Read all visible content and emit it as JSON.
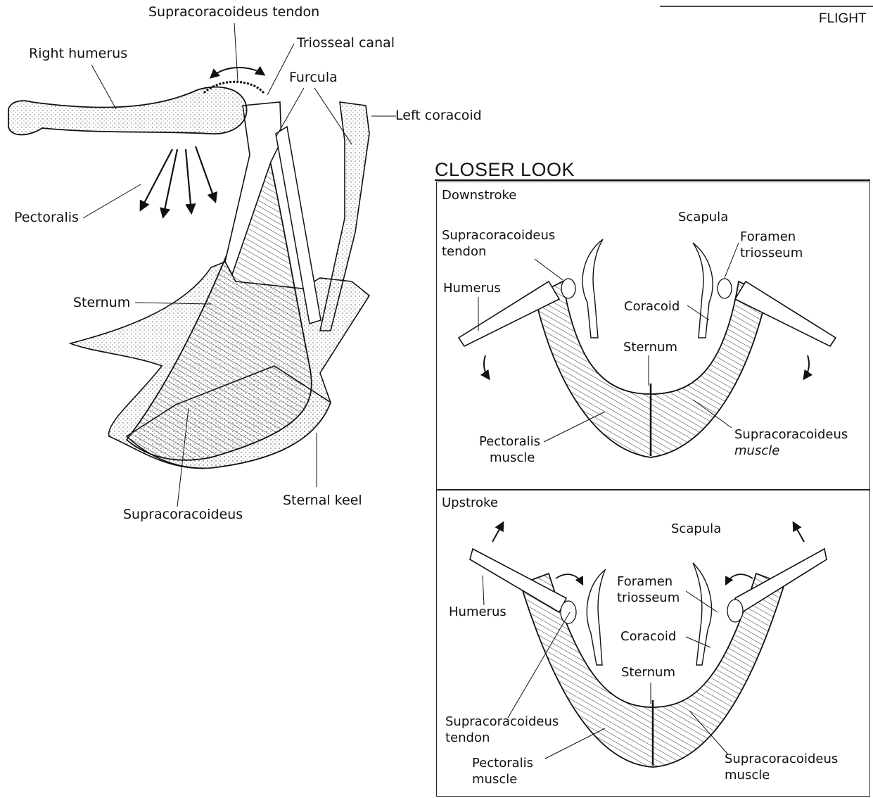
{
  "header": {
    "section": "FLIGHT"
  },
  "main_figure": {
    "labels": {
      "supracoracoideus_tendon": "Supracoracoideus tendon",
      "triosseal_canal": "Triosseal canal",
      "right_humerus": "Right humerus",
      "furcula": "Furcula",
      "left_coracoid": "Left coracoid",
      "pectoralis": "Pectoralis",
      "sternum": "Sternum",
      "supracoracoideus": "Supracoracoideus",
      "sternal_keel": "Sternal keel"
    }
  },
  "closer_look": {
    "title": "CLOSER LOOK",
    "downstroke": {
      "title": "Downstroke",
      "scapula": "Scapula",
      "supracoracoideus_tendon_1": "Supracoracoideus",
      "supracoracoideus_tendon_2": "tendon",
      "foramen_1": "Foramen",
      "foramen_2": "triosseum",
      "humerus": "Humerus",
      "coracoid": "Coracoid",
      "sternum": "Sternum",
      "pectoralis_1": "Pectoralis",
      "pectoralis_2": "muscle",
      "supra_muscle_1": "Supracoracoideus",
      "supra_muscle_2": "muscle"
    },
    "upstroke": {
      "title": "Upstroke",
      "scapula": "Scapula",
      "foramen_1": "Foramen",
      "foramen_2": "triosseum",
      "humerus": "Humerus",
      "coracoid": "Coracoid",
      "sternum": "Sternum",
      "supra_tendon_1": "Supracoracoideus",
      "supra_tendon_2": "tendon",
      "pectoralis_1": "Pectoralis",
      "pectoralis_2": "muscle",
      "supra_muscle_1": "Supracoracoideus",
      "supra_muscle_2": "muscle"
    }
  }
}
